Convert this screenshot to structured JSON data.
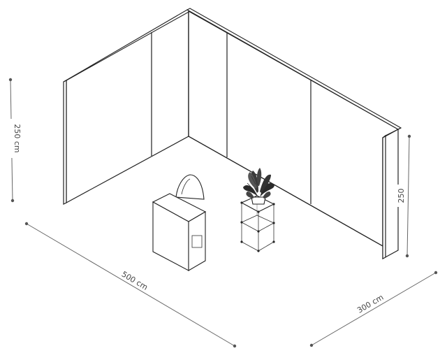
{
  "dimensions": {
    "height_left": "250 cm",
    "height_right": "250",
    "width_front": "500 cm",
    "depth_right": "300 cm"
  }
}
